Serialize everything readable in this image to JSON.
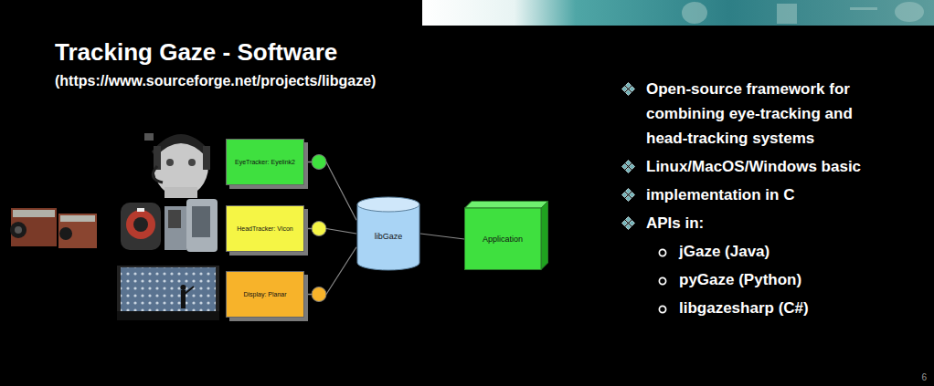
{
  "diagram": {
    "title": "Tracking Gaze - Software",
    "nodes": [
      {
        "text": [
          "EyeTracker: Eyelink2"
        ]
      },
      {
        "text": [
          "HeadTracker: Vicon"
        ]
      },
      {
        "text": [
          "Display: Planar"
        ]
      },
      {
        "text": [
          "libGaze"
        ]
      },
      {
        "text": [
          "Application"
        ]
      }
    ],
    "edges": [
      {
        "from": 0,
        "to": 3,
        "arrow": "none"
      },
      {
        "from": 1,
        "to": 3,
        "arrow": "none"
      },
      {
        "from": 2,
        "to": 3,
        "arrow": "none"
      },
      {
        "from": 3,
        "to": 4,
        "arrow": "none"
      }
    ],
    "labels": [
      "(https://www.sourceforge.net/projects/libgaze)",
      "Open-source framework for combining eye-tracking and head-tracking systems",
      "Linux/MacOS/Windows basic",
      "implementation in C",
      "APIs in:",
      "jGaze (Java)",
      "pyGaze (Python)",
      "libgazesharp (C#)",
      "6"
    ]
  }
}
